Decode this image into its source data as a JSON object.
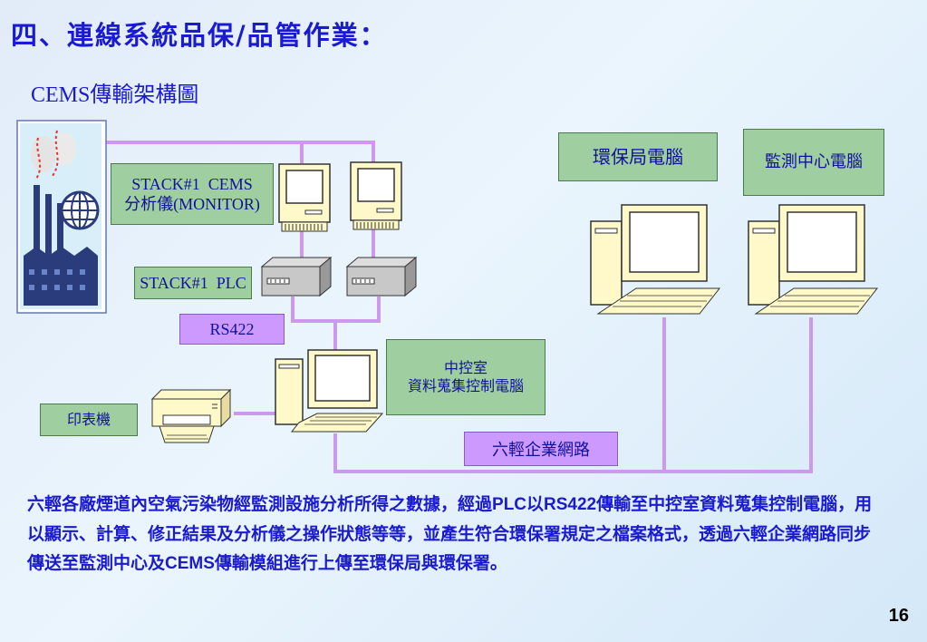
{
  "slide": {
    "title": "四、連線系統品保/品管作業：",
    "subtitle": "CEMS傳輸架構圖",
    "page_number": "16"
  },
  "diagram": {
    "stack_cems_line1": "STACK#1  CEMS",
    "stack_cems_line2": "分析儀(MONITOR)",
    "stack_plc": "STACK#1  PLC",
    "rs422": "RS422",
    "central_line1": "中控室",
    "central_line2": "資料蒐集控制電腦",
    "printer": "印表機",
    "epa_computer": "環保局電腦",
    "monitor_center_computer": "監測中心電腦",
    "network": "六輕企業網路"
  },
  "description": {
    "part1": "六輕各廠煙道內空氣污染物經監測設施分析所得之數據，經過",
    "plc": "PLC",
    "part2": "以",
    "rs422": "RS422",
    "part3": "傳輸至中控室資料蒐集控制電腦，用以顯示、計算、修正結果及分析儀之操作狀態等等，並產生符合環保署規定之檔案格式，透過六輕企業網路同步傳送至監測中心及",
    "cems": "CEMS",
    "part4": "傳輸模組進行上傳至環保局與環保署。"
  },
  "colors": {
    "title_blue": "#1a1ad0",
    "box_green": "#9fcfa0",
    "box_purple": "#cc99ff",
    "connector": "#cc99ee"
  }
}
